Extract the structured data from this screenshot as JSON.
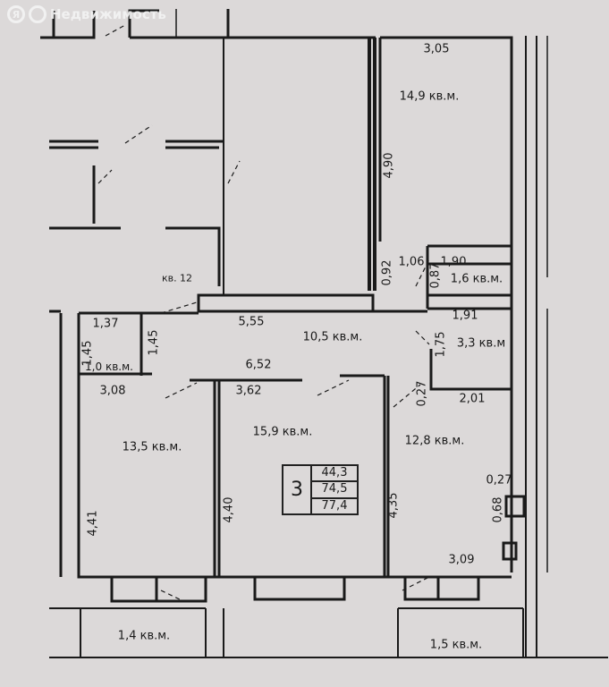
{
  "watermark": {
    "logo_letter": "Я",
    "text": "Недвижимость"
  },
  "neighbor_label": "кв. 12",
  "rooms": [
    {
      "id": "room-top-right",
      "area": "14,9 кв.м."
    },
    {
      "id": "room-small-top",
      "area": "1,6 кв.м."
    },
    {
      "id": "hall",
      "area": "10,5 кв.м."
    },
    {
      "id": "bath-left",
      "area": "1,0 кв.м."
    },
    {
      "id": "bath-right",
      "area": "3,3 кв.м"
    },
    {
      "id": "room-left",
      "area": "13,5 кв.м."
    },
    {
      "id": "room-middle",
      "area": "15,9 кв.м."
    },
    {
      "id": "kitchen",
      "area": "12,8 кв.м."
    },
    {
      "id": "balcony-left",
      "area": "1,4 кв.м."
    },
    {
      "id": "balcony-right",
      "area": "1,5 кв.м."
    }
  ],
  "dimensions": [
    "3,05",
    "4,90",
    "1,06",
    "0,92",
    "1,90",
    "0,87",
    "5,55",
    "1,37",
    "1,45",
    "1,45",
    "6,52",
    "3,08",
    "3,62",
    "1,91",
    "1,75",
    "0,27",
    "2,01",
    "4,41",
    "4,40",
    "4,35",
    "0,27",
    "0,68",
    "3,09"
  ],
  "summary": {
    "rooms_count": "3",
    "living_area": "44,3",
    "total_area": "74,5",
    "total_with_balconies": "77,4"
  },
  "colors": {
    "background": "#dcd9d9",
    "walls": "#1a1a1a"
  }
}
